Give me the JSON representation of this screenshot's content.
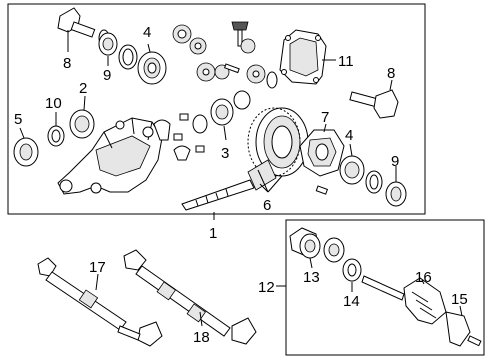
{
  "callouts": {
    "c1": "1",
    "c2": "2",
    "c3": "3",
    "c4a": "4",
    "c4b": "4",
    "c5": "5",
    "c6": "6",
    "c7": "7",
    "c8a": "8",
    "c8b": "8",
    "c9a": "9",
    "c9b": "9",
    "c10": "10",
    "c11": "11",
    "c12": "12",
    "c13": "13",
    "c14": "14",
    "c15": "15",
    "c16": "16",
    "c17": "17",
    "c18": "18"
  }
}
